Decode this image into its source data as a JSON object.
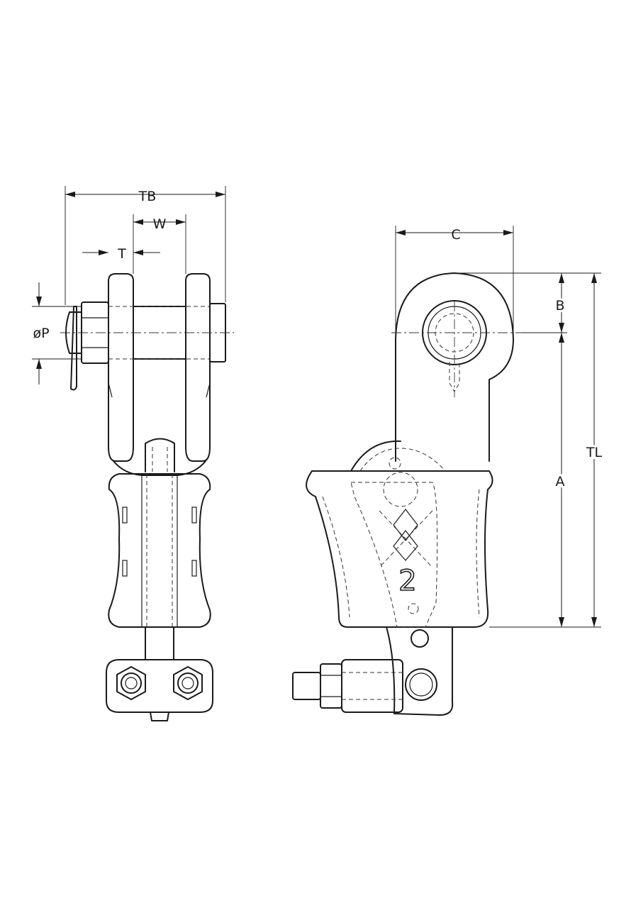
{
  "dimensions": {
    "tb": "TB",
    "w": "W",
    "t": "T",
    "p": "øP",
    "c": "C",
    "b": "B",
    "a": "A",
    "tl": "TL"
  },
  "part_marking": "2"
}
